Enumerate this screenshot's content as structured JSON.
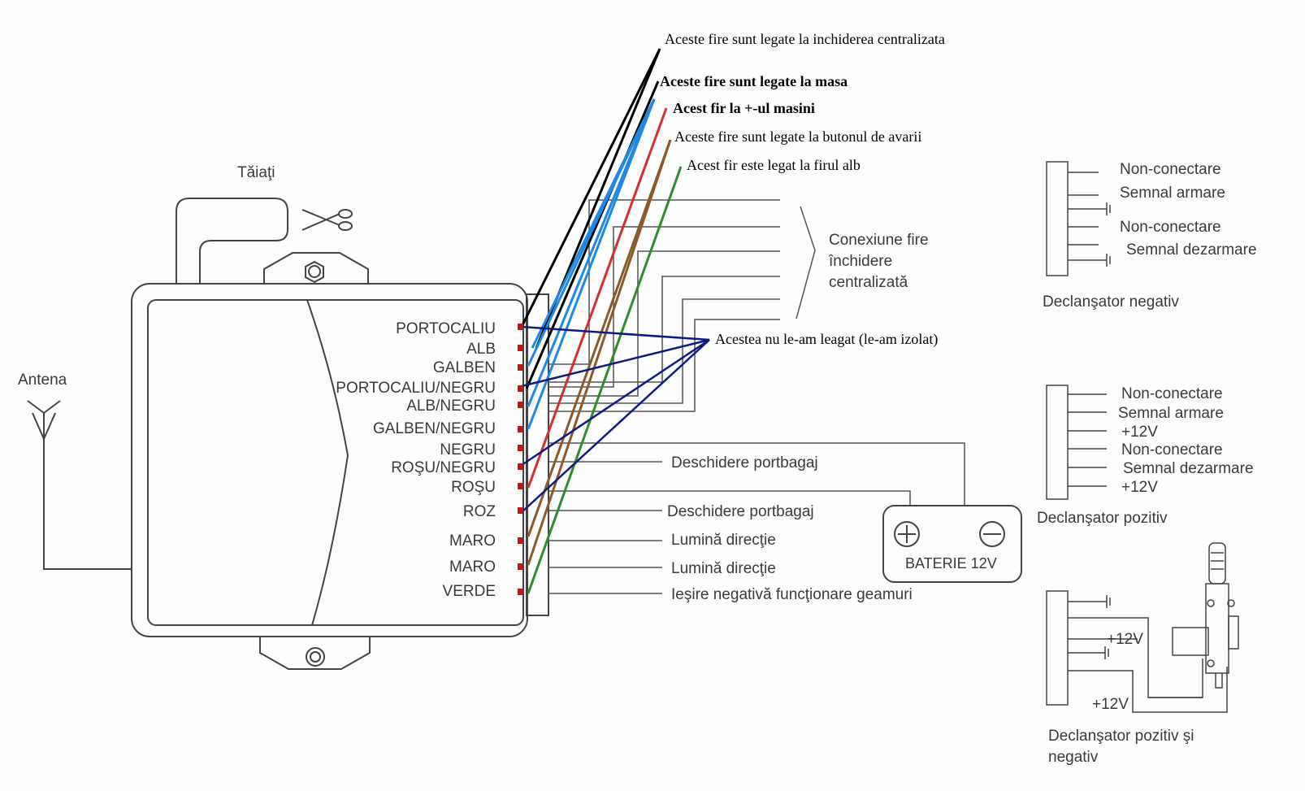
{
  "labels": {
    "taiati": "Tăiaţi",
    "antena": "Antena",
    "conexiune_1": "Conexiune fire",
    "conexiune_2": "închidere",
    "conexiune_3": "centralizată",
    "deschidere_1": "Deschidere portbagaj",
    "deschidere_2": "Deschidere portbagaj",
    "lumina_1": "Lumină direcţie",
    "lumina_2": "Lumină direcţie",
    "iesire": "Ieşire negativă funcţionare geamuri",
    "baterie": "BATERIE 12V"
  },
  "pins": [
    "PORTOCALIU",
    "ALB",
    "GALBEN",
    "PORTOCALIU/NEGRU",
    "ALB/NEGRU",
    "GALBEN/NEGRU",
    "NEGRU",
    "ROŞU/NEGRU",
    "ROŞU",
    "ROZ",
    "MARO",
    "MARO",
    "VERDE"
  ],
  "annotations": {
    "a1": "Aceste fire sunt legate la inchiderea centralizata",
    "a2": "Aceste fire sunt legate la masa",
    "a3": "Acest fir la +-ul masini",
    "a4": "Aceste fire sunt legate la butonul de avarii",
    "a5": "Acest fir este legat la firul alb",
    "a6": "Acestea nu le-am leagat (le-am izolat)"
  },
  "neg_trigger": {
    "title": "Declanşator negativ",
    "rows": [
      "Non-conectare",
      "Semnal armare",
      "Non-conectare",
      "Semnal dezarmare"
    ]
  },
  "pos_trigger": {
    "title": "Declanşator pozitiv",
    "rows": [
      "Non-conectare",
      "Semnal armare",
      "+12V",
      "Non-conectare",
      "Semnal dezarmare",
      "+12V"
    ]
  },
  "both_trigger": {
    "title_1": "Declanşator pozitiv  şi",
    "title_2": "negativ",
    "v1": "+12V",
    "v2": "+12V"
  },
  "colors": {
    "outline": "#444444",
    "black": "#000000",
    "blue": "#1e88e5",
    "red": "#d32f2f",
    "brown": "#8b5a2b",
    "green": "#2e8b2e",
    "navy": "#0d1a80",
    "pin_dot": "#cc1111"
  }
}
